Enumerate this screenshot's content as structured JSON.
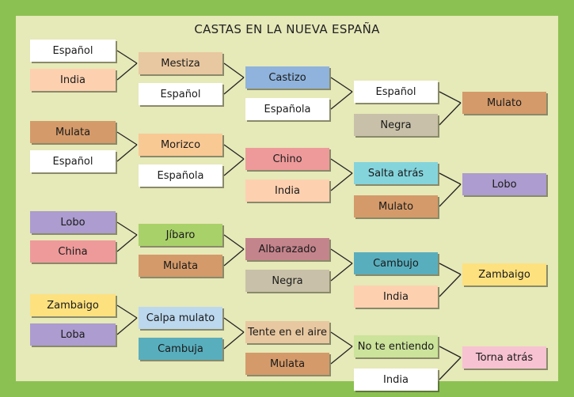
{
  "title": "CASTAS EN LA NUEVA ESPAÑA",
  "colors": {
    "frame": "#8bc152",
    "panel": "#e6e9b8",
    "white": "#ffffff",
    "peach": "#fdd0b0",
    "sand": "#e8c8a0",
    "brown": "#d49a6a",
    "blue": "#8fb3dc",
    "grey": "#c8c0a8",
    "orange": "#f9c994",
    "rose": "#ee9a9a",
    "cyan": "#84d4dc",
    "lilac": "#ac9ccf",
    "green": "#a9d16a",
    "mauve": "#c4848c",
    "teal": "#59aebd",
    "yellow": "#fde17f",
    "lightblue": "#bcd8ee",
    "lightgreen": "#cbe39a",
    "pink": "#f7c2d2"
  },
  "groups": [
    {
      "parents": [
        {
          "label": "Español",
          "color": "white"
        },
        {
          "label": "India",
          "color": "peach"
        }
      ],
      "child": {
        "label": "Mestiza",
        "color": "sand"
      },
      "partner": {
        "label": "Español",
        "color": "white"
      },
      "grandchild": {
        "label": "Castizo",
        "color": "blue"
      },
      "partner2": {
        "label": "Española",
        "color": "white"
      },
      "spouse2": {
        "label": "Español",
        "color": "white"
      },
      "spouse2b": {
        "label": "Negra",
        "color": "grey"
      },
      "final": {
        "label": "Mulato",
        "color": "brown"
      }
    },
    {
      "parents": [
        {
          "label": "Mulata",
          "color": "brown"
        },
        {
          "label": "Español",
          "color": "white"
        }
      ],
      "child": {
        "label": "Morizco",
        "color": "orange"
      },
      "partner": {
        "label": "Española",
        "color": "white"
      },
      "grandchild": {
        "label": "Chino",
        "color": "rose"
      },
      "partner2": {
        "label": "India",
        "color": "peach"
      },
      "spouse2": {
        "label": "Salta atrás",
        "color": "cyan"
      },
      "spouse2b": {
        "label": "Mulato",
        "color": "brown"
      },
      "final": {
        "label": "Lobo",
        "color": "lilac"
      }
    },
    {
      "parents": [
        {
          "label": "Lobo",
          "color": "lilac"
        },
        {
          "label": "China",
          "color": "rose"
        }
      ],
      "child": {
        "label": "Jíbaro",
        "color": "green"
      },
      "partner": {
        "label": "Mulata",
        "color": "brown"
      },
      "grandchild": {
        "label": "Albarazado",
        "color": "mauve"
      },
      "partner2": {
        "label": "Negra",
        "color": "grey"
      },
      "spouse2": {
        "label": "Cambujo",
        "color": "teal"
      },
      "spouse2b": {
        "label": "India",
        "color": "peach"
      },
      "final": {
        "label": "Zambaigo",
        "color": "yellow"
      }
    },
    {
      "parents": [
        {
          "label": "Zambaigo",
          "color": "yellow"
        },
        {
          "label": "Loba",
          "color": "lilac"
        }
      ],
      "child": {
        "label": "Calpa mulato",
        "color": "lightblue"
      },
      "partner": {
        "label": "Cambuja",
        "color": "teal"
      },
      "grandchild": {
        "label": "Tente en el aire",
        "color": "sand"
      },
      "partner2": {
        "label": "Mulata",
        "color": "brown"
      },
      "spouse2": {
        "label": "No te entiendo",
        "color": "lightgreen"
      },
      "spouse2b": {
        "label": "India",
        "color": "white"
      },
      "final": {
        "label": "Torna atrás",
        "color": "pink"
      }
    }
  ]
}
